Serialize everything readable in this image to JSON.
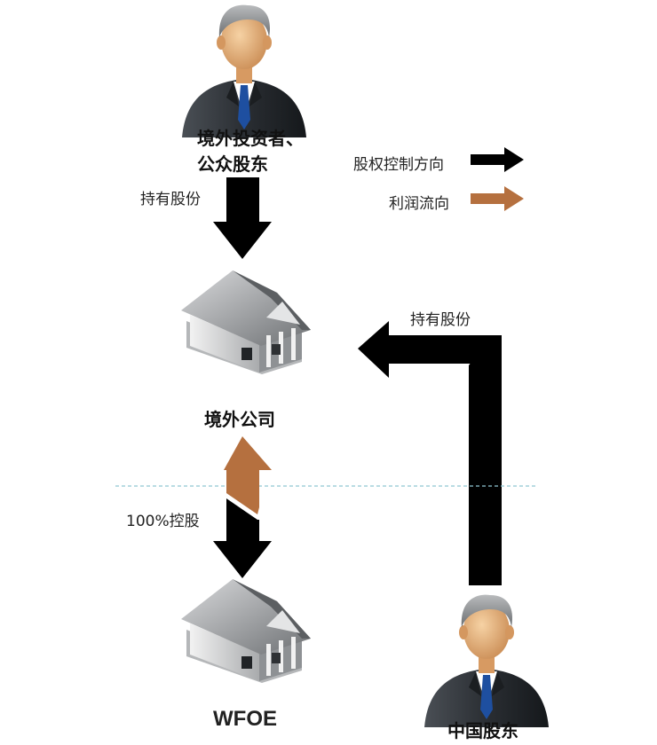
{
  "nodes": {
    "foreign_investor": {
      "line1": "境外投资者、",
      "line2": "公众股东"
    },
    "offshore_company": {
      "label": "境外公司"
    },
    "wfoe": {
      "label": "WFOE"
    },
    "china_shareholder": {
      "label": "中国股东"
    }
  },
  "edges": {
    "investor_to_offshore": {
      "label": "持有股份"
    },
    "china_to_offshore": {
      "label": "持有股份"
    },
    "offshore_to_wfoe": {
      "label": "100%控股"
    }
  },
  "legend": {
    "equity_control": {
      "label": "股权控制方向",
      "color": "#000000"
    },
    "profit_flow": {
      "label": "利润流向",
      "color": "#b5703f"
    }
  },
  "colors": {
    "divider": "#8fc7d2",
    "suit": "#2f3338",
    "skin": "#e9b27a",
    "hair": "#8a8d8f",
    "tie": "#1e4fa0",
    "building": "#c9cbcd"
  }
}
